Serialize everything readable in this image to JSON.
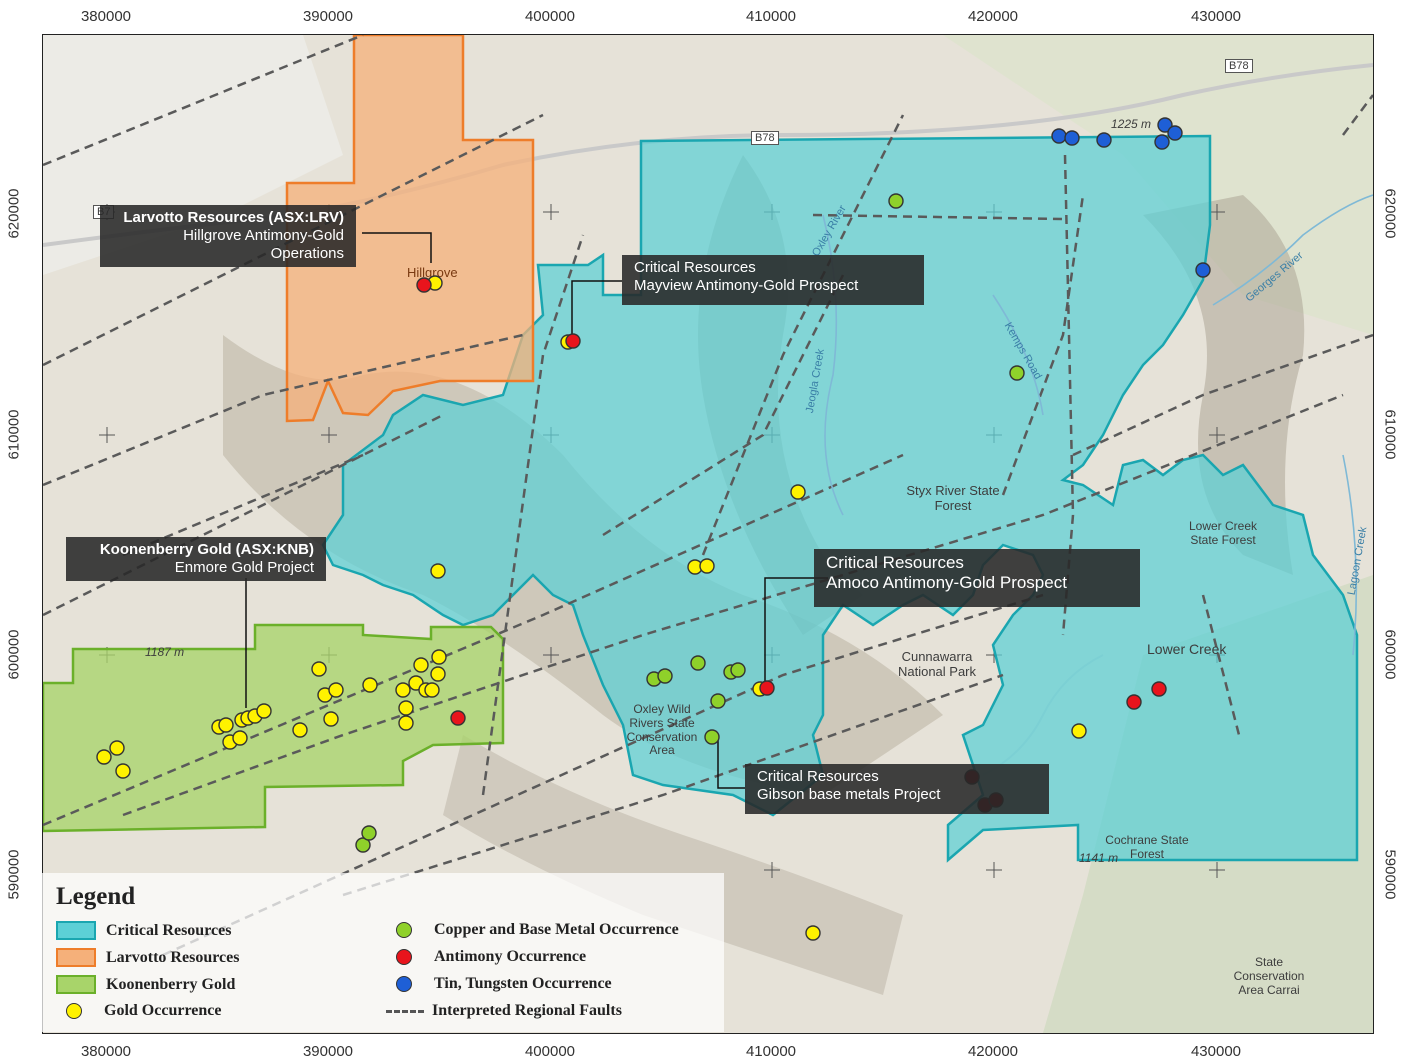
{
  "axes": {
    "eastings": [
      "380000",
      "390000",
      "400000",
      "410000",
      "420000",
      "430000"
    ],
    "northings": [
      "620000",
      "610000",
      "600000",
      "590000"
    ]
  },
  "map_labels": {
    "hillgrove": "Hillgrove",
    "styx": "Styx River State Forest",
    "cunnawarra": "Cunnawarra National Park",
    "oxley": "Oxley Wild Rivers State Conservation Area",
    "lower_creek": "Lower Creek",
    "lower_creek_sf": "Lower Creek State Forest",
    "cochrane": "Cochrane State Forest",
    "carrai": "State Conservation Area Carrai",
    "road_b78_a": "B78",
    "road_b78_b": "B78",
    "road_b78_c": "B7",
    "elev_1225": "1225 m",
    "elev_1187": "1187 m",
    "elev_1141": "1141 m",
    "oxley_river": "Oxley River",
    "jeogla": "Jeogla Creek",
    "kempsey": "Kemps Road",
    "georges": "Georges River",
    "lagoon": "Lagoon Creek"
  },
  "callouts": {
    "larvotto": {
      "title": "Larvotto Resources (ASX:LRV)",
      "line1": "Hillgrove Antimony-Gold",
      "line2": "Operations"
    },
    "mayview": {
      "title": "Critical Resources",
      "line1": "Mayview Antimony-Gold Prospect"
    },
    "koonenberry": {
      "title": "Koonenberry Gold (ASX:KNB)",
      "line1": "Enmore Gold Project"
    },
    "amoco": {
      "title": "Critical Resources",
      "line1": "Amoco Antimony-Gold Prospect"
    },
    "gibson": {
      "title": "Critical Resources",
      "line1": "Gibson base metals Project"
    }
  },
  "legend": {
    "title": "Legend",
    "items": [
      {
        "label": "Critical Resources",
        "symbol": "polygon",
        "fill": "#5cd0d6",
        "stroke": "#1aa6b0"
      },
      {
        "label": "Larvotto Resources",
        "symbol": "polygon",
        "fill": "#f5b07a",
        "stroke": "#ee7d2a"
      },
      {
        "label": "Koonenberry Gold",
        "symbol": "polygon",
        "fill": "#a8d46a",
        "stroke": "#6bb02a"
      },
      {
        "label": "Gold Occurrence",
        "symbol": "dot",
        "fill": "#fff200"
      },
      {
        "label": "Copper and Base Metal Occurrence",
        "symbol": "dot",
        "fill": "#8fd12a"
      },
      {
        "label": "Antimony Occurrence",
        "symbol": "dot",
        "fill": "#e8141c"
      },
      {
        "label": "Tin, Tungsten Occurrence",
        "symbol": "dot",
        "fill": "#1e5fd6"
      },
      {
        "label": "Interpreted Regional Faults",
        "symbol": "dash",
        "stroke": "#555555"
      }
    ]
  },
  "colors": {
    "critical": "#5cd0d6",
    "larvotto": "#f5b07a",
    "koonenberry": "#a8d46a",
    "gold": "#fff200",
    "copper": "#8fd12a",
    "antimony": "#e8141c",
    "base_metal_dark": "#7a0e12",
    "tin": "#1e5fd6"
  }
}
